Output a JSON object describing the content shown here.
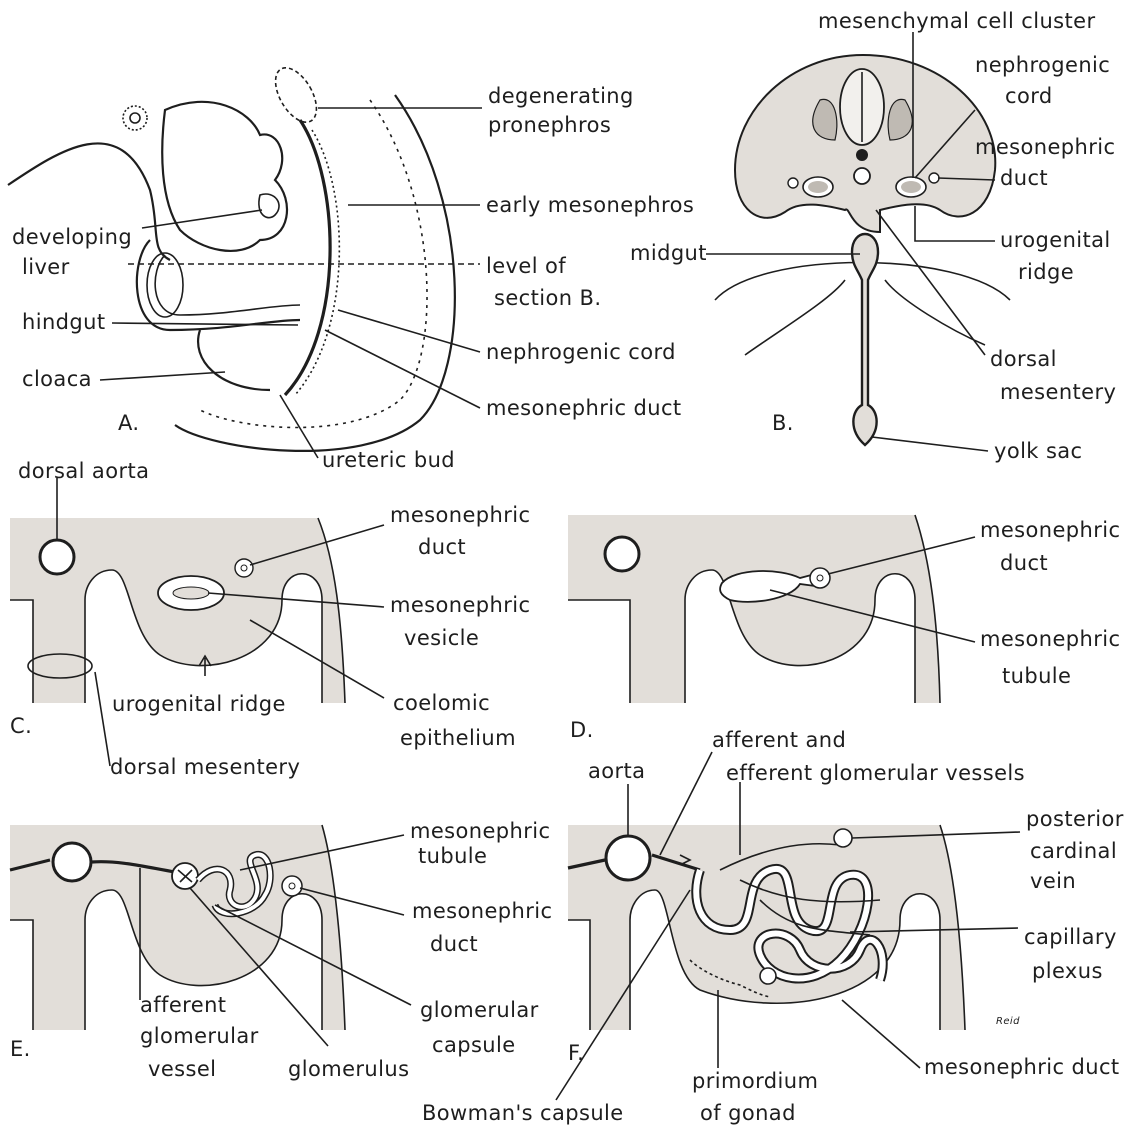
{
  "panels": {
    "A": {
      "letter": "A.",
      "labels": {
        "degenerating_pronephros_1": "degenerating",
        "degenerating_pronephros_2": "pronephros",
        "early_mesonephros": "early mesonephros",
        "developing_liver_1": "developing",
        "developing_liver_2": "liver",
        "level_of_section_1": "level of",
        "level_of_section_2": "section B.",
        "hindgut": "hindgut",
        "nephrogenic_cord": "nephrogenic cord",
        "cloaca": "cloaca",
        "mesonephric_duct": "mesonephric duct",
        "ureteric_bud": "ureteric bud"
      }
    },
    "B": {
      "letter": "B.",
      "labels": {
        "mesenchymal_cell_cluster": "mesenchymal cell cluster",
        "nephrogenic_cord_1": "nephrogenic",
        "nephrogenic_cord_2": "cord",
        "mesonephric_duct_1": "mesonephric",
        "mesonephric_duct_2": "duct",
        "midgut": "midgut",
        "urogenital_ridge_1": "urogenital",
        "urogenital_ridge_2": "ridge",
        "dorsal_mesentery_1": "dorsal",
        "dorsal_mesentery_2": "mesentery",
        "yolk_sac": "yolk sac"
      }
    },
    "C": {
      "letter": "C.",
      "labels": {
        "dorsal_aorta": "dorsal aorta",
        "mesonephric_duct_1": "mesonephric",
        "mesonephric_duct_2": "duct",
        "mesonephric_vesicle_1": "mesonephric",
        "mesonephric_vesicle_2": "vesicle",
        "urogenital_ridge": "urogenital ridge",
        "coelomic_epithelium_1": "coelomic",
        "coelomic_epithelium_2": "epithelium",
        "dorsal_mesentery": "dorsal mesentery"
      }
    },
    "D": {
      "letter": "D.",
      "labels": {
        "mesonephric_duct_1": "mesonephric",
        "mesonephric_duct_2": "duct",
        "mesonephric_tubule_1": "mesonephric",
        "mesonephric_tubule_2": "tubule"
      }
    },
    "E": {
      "letter": "E.",
      "labels": {
        "mesonephric_tubule_1": "mesonephric",
        "mesonephric_tubule_2": "tubule",
        "mesonephric_duct_1": "mesonephric",
        "mesonephric_duct_2": "duct",
        "afferent_glomerular_vessel_1": "afferent",
        "afferent_glomerular_vessel_2": "glomerular",
        "afferent_glomerular_vessel_3": "vessel",
        "glomerulus": "glomerulus",
        "glomerular_capsule_1": "glomerular",
        "glomerular_capsule_2": "capsule"
      }
    },
    "F": {
      "letter": "F.",
      "labels": {
        "afferent_efferent_1": "afferent and",
        "afferent_efferent_2": "efferent glomerular vessels",
        "aorta": "aorta",
        "posterior_cardinal_vein_1": "posterior",
        "posterior_cardinal_vein_2": "cardinal",
        "posterior_cardinal_vein_3": "vein",
        "capillary_plexus_1": "capillary",
        "capillary_plexus_2": "plexus",
        "mesonephric_duct": "mesonephric duct",
        "primordium_of_gonad_1": "primordium",
        "primordium_of_gonad_2": "of gonad",
        "bowmans_capsule": "Bowman's capsule",
        "signature": "Reid"
      }
    }
  }
}
